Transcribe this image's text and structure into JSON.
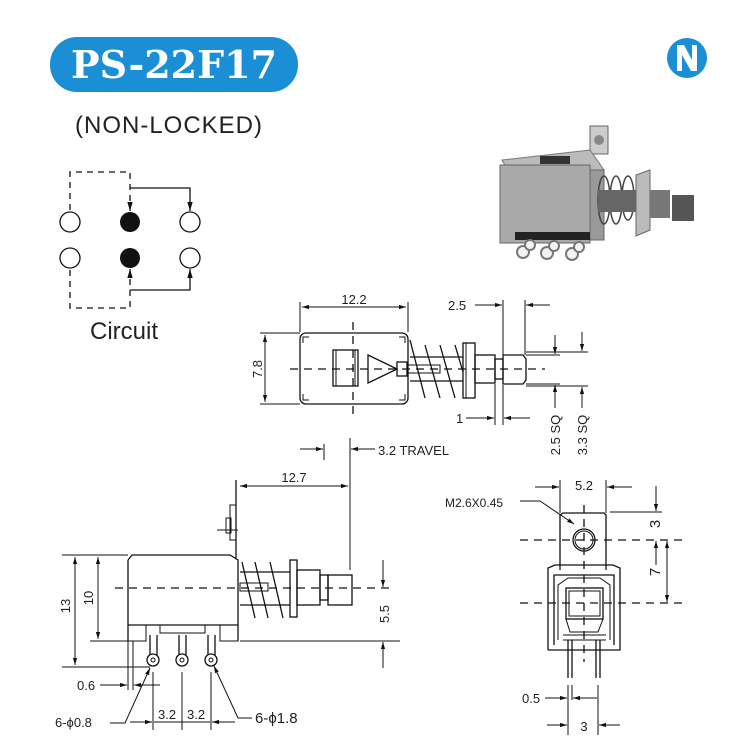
{
  "header": {
    "model": "PS-22F17",
    "subtitle": "(NON-LOCKED)",
    "logo_letter": "N",
    "brand_color": "#1a8fd6"
  },
  "circuit": {
    "label": "Circuit"
  },
  "top_view": {
    "body_length": "12.2",
    "body_height": "7.8",
    "button_length": "2.5",
    "collar_length": "1",
    "button_sq_inner": "2.5 SQ",
    "button_sq_outer": "3.3 SQ",
    "travel": "3.2 TRAVEL"
  },
  "side_view": {
    "bracket_to_button": "12.7",
    "height_total": "13",
    "height_body": "10",
    "axis_height": "5.5",
    "pin_offset": "0.6",
    "pin_hole": "6-ϕ0.8",
    "pitch_1": "3.2",
    "pitch_2": "3.2",
    "eyelet": "6-ϕ1.8"
  },
  "front_view": {
    "plate_width": "5.2",
    "thread": "M2.6X0.45",
    "hole_offset": "3",
    "hole_to_axis": "7",
    "pin_width": "0.5",
    "pin_spacing": "3"
  }
}
